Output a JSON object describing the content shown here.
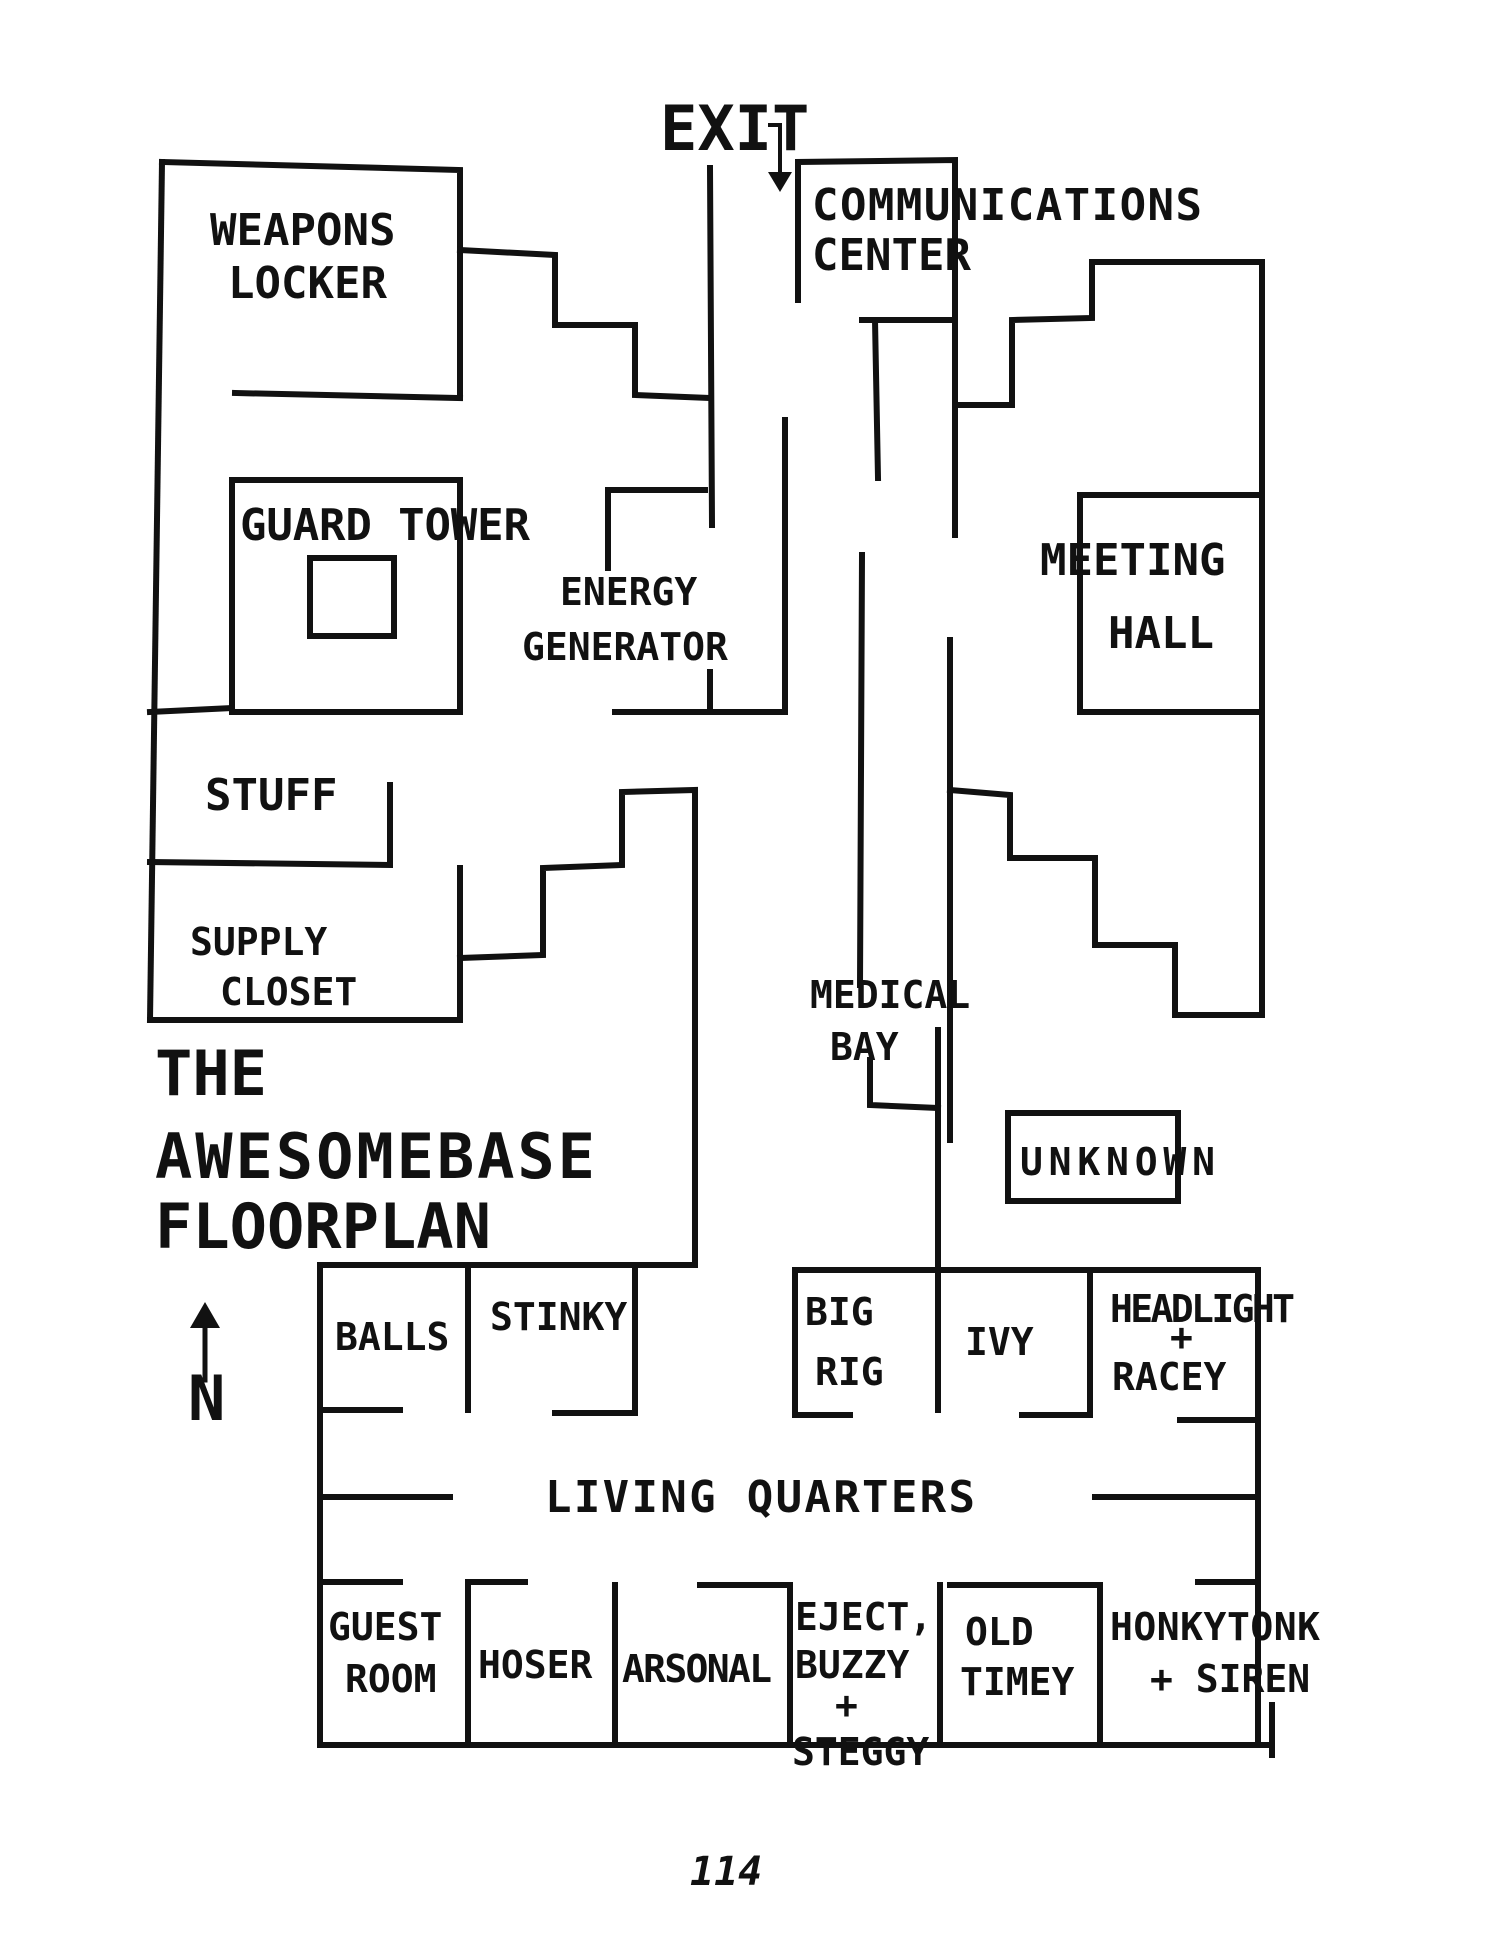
{
  "floorplan": {
    "title_line1": "THE",
    "title_line2": "AWESOMEBASE",
    "title_line3": "FLOORPLAN",
    "exit_label": "EXIT",
    "compass_label": "N",
    "page_number": "114",
    "rooms": {
      "weapons_locker": [
        "WEAPONS",
        "LOCKER"
      ],
      "communications_center": [
        "COMMUNICATIONS",
        "CENTER"
      ],
      "guard_tower": "GUARD TOWER",
      "energy_generator": [
        "ENERGY",
        "GENERATOR"
      ],
      "meeting_hall": [
        "MEETING",
        "HALL"
      ],
      "stuff": "STUFF",
      "supply_closet": [
        "SUPPLY",
        "CLOSET"
      ],
      "medical_bay": [
        "MEDICAL",
        "BAY"
      ],
      "unknown": "UNKNOWN",
      "balls": "BALLS",
      "stinky": "STINKY",
      "big_rig": [
        "BIG",
        "RIG"
      ],
      "ivy": "IVY",
      "headlight_racey": [
        "HEADLIGHT",
        "+",
        "RACEY"
      ],
      "living_quarters": "LIVING QUARTERS",
      "guest_room": [
        "GUEST",
        "ROOM"
      ],
      "hoser": "HOSER",
      "arsonal": "ARSONAL",
      "eject_buzzy_steggy": [
        "EJECT,",
        "BUZZY",
        "+",
        "STEGGY"
      ],
      "old_timey": [
        "OLD",
        "TIMEY"
      ],
      "honkytonk_siren": [
        "HONKYTONK",
        "+ SIREN"
      ]
    }
  }
}
